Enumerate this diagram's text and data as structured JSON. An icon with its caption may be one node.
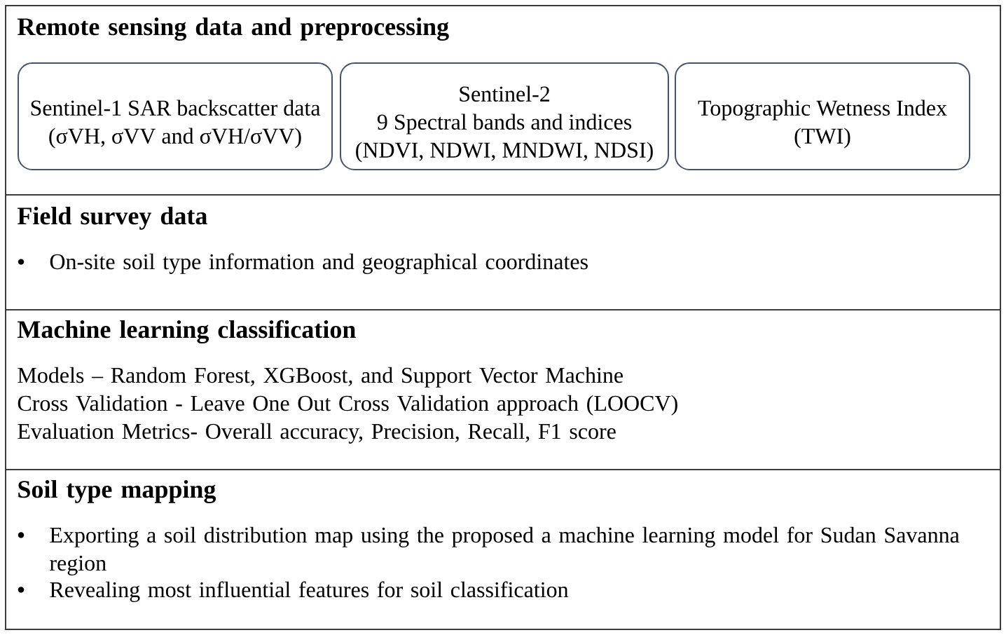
{
  "diagram": {
    "nodes": [
      {
        "text": [
          "Remote sensing data and preprocessing"
        ]
      },
      {
        "text": [
          "Sentinel-1 SAR backscatter data (σVH, σVV and σVH/σVV)"
        ],
        "in": 0
      },
      {
        "text": [
          "Sentinel-2",
          "9 Spectral bands and indices (NDVI, NDWI, MNDWI, NDSI)"
        ],
        "in": 0
      },
      {
        "text": [
          "Topographic Wetness Index (TWI)"
        ],
        "in": 0
      },
      {
        "text": [
          "Field survey data",
          "On-site soil type information and geographical coordinates"
        ]
      },
      {
        "text": [
          "Machine learning classification",
          "Models – Random Forest, XGBoost, and Support Vector Machine",
          "Cross Validation - Leave One Out Cross Validation approach (LOOCV)",
          "Evaluation Metrics- Overall accuracy, Precision, Recall, F1 score"
        ]
      },
      {
        "text": [
          "Soil type mapping",
          "Exporting a soil distribution map using the proposed a machine learning model for Sudan Savanna region",
          "Revealing most influential features for soil classification"
        ]
      }
    ]
  }
}
